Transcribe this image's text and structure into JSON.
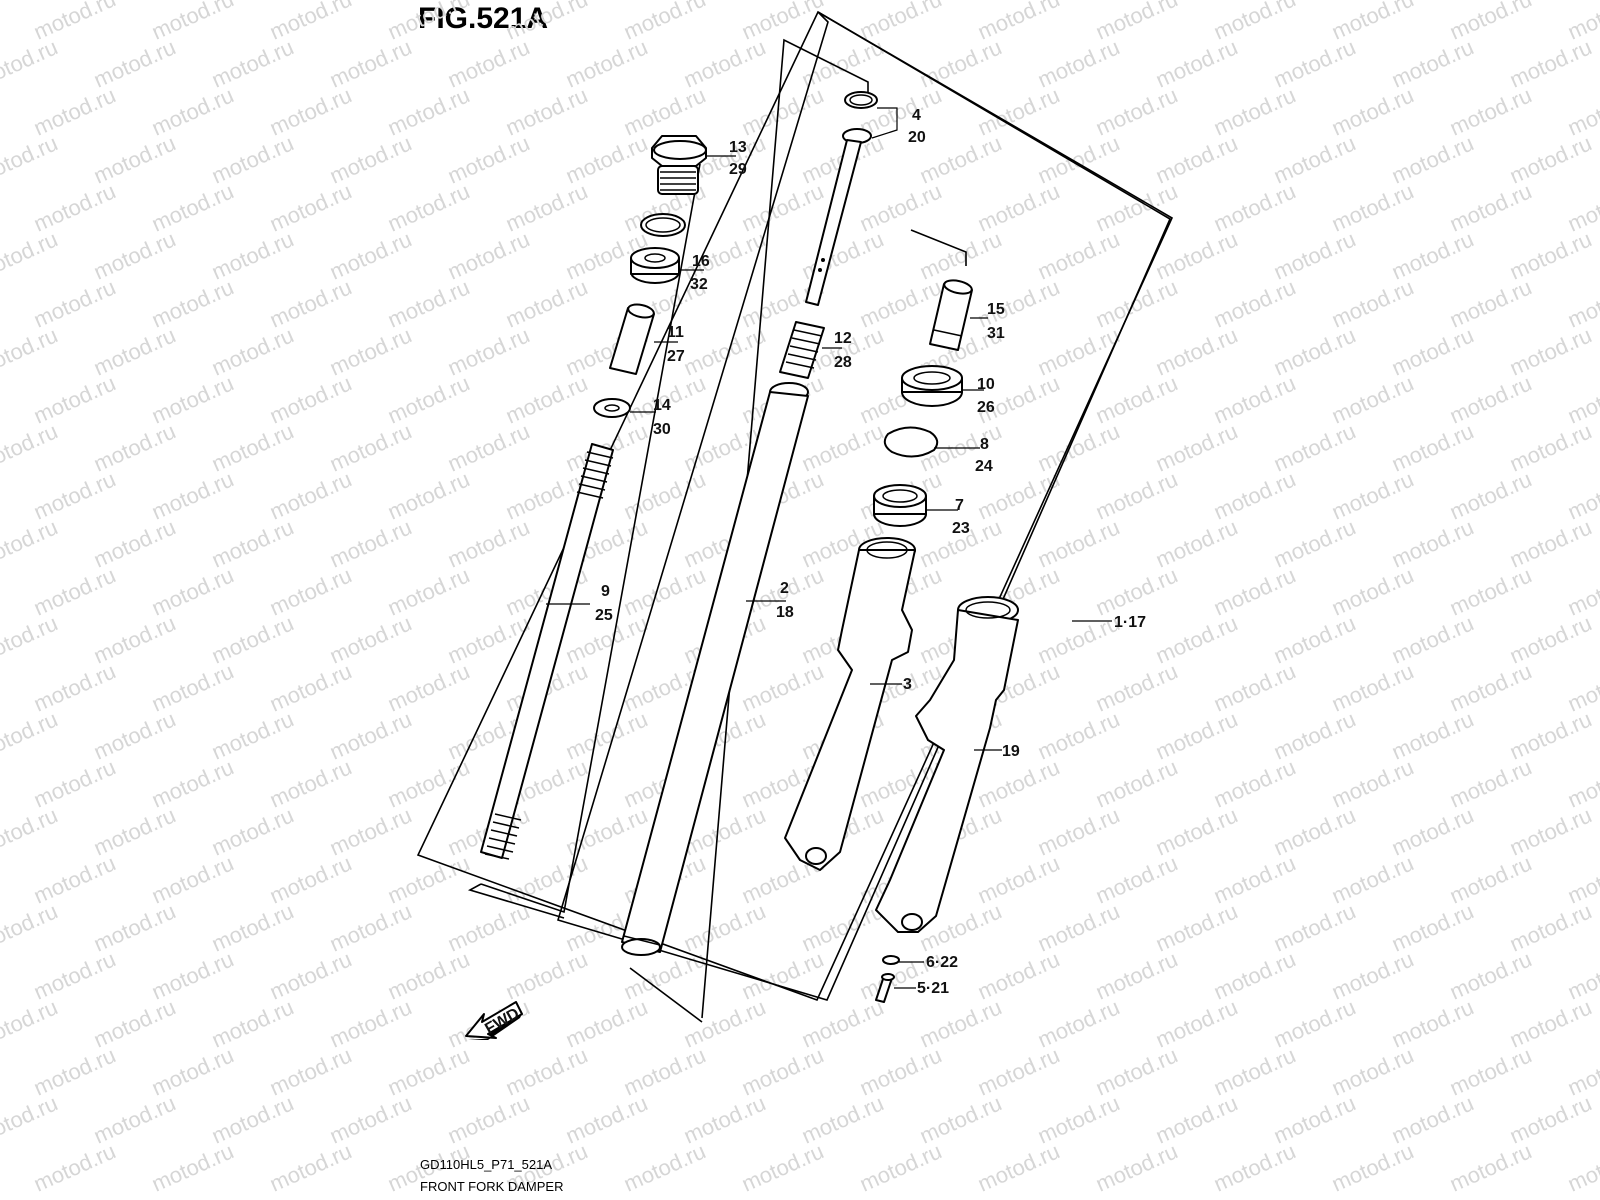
{
  "figure": {
    "title": "FIG.521A",
    "drawing_code": "GD110HL5_P71_521A",
    "drawing_name": "FRONT FORK DAMPER"
  },
  "watermark": {
    "text": "motod.ru"
  },
  "fwd_arrow": {
    "label": "FWD"
  },
  "callouts": {
    "c4": "4",
    "c20": "20",
    "c13": "13",
    "c29": "29",
    "c16": "16",
    "c32": "32",
    "c11": "11",
    "c27": "27",
    "c12": "12",
    "c28": "28",
    "c15": "15",
    "c31": "31",
    "c10": "10",
    "c26": "26",
    "c14": "14",
    "c30": "30",
    "c8": "8",
    "c24": "24",
    "c7": "7",
    "c23": "23",
    "c9": "9",
    "c25": "25",
    "c2": "2",
    "c18": "18",
    "c1_17": "1·17",
    "c3": "3",
    "c19": "19",
    "c6_22": "6·22",
    "c5_21": "5·21"
  }
}
